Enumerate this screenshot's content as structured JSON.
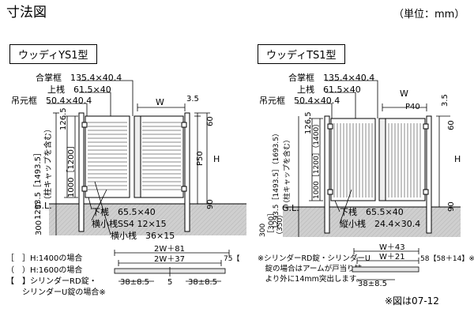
{
  "title": "寸法図",
  "unit": "（単位：mm）",
  "ys": {
    "model": "ウッディYS1型",
    "gassho": "合掌框　135.4×40.4",
    "uwasan": "上桟　61.5×40",
    "tsurimoto": "吊元框　50.4×40.4",
    "w": "W",
    "d35": "3.5",
    "d60": "60",
    "d1265": "126.5",
    "d1000": "1000［1200］",
    "d1293": "1293.5［1493.5］",
    "cap": "（柱キャップを含む）",
    "p50": "P50",
    "h": "H",
    "d90": "90",
    "gl": "G.L.",
    "d300": "300",
    "shitasan": "下桟　65.5×40",
    "yokokosan1": "横小桟SS4 12×15",
    "yokokosan2": "横小桟　36×15"
  },
  "ts": {
    "model": "ウッディTS1型",
    "gassho": "合掌框　135.4×40.4",
    "uwasan": "上桟　61.5×40",
    "tsurimoto": "吊元框　50.4×40.4",
    "w": "W",
    "p40": "P40",
    "d35": "3.5",
    "d60": "60",
    "d1265": "126.5",
    "d1000": "1000［1200］（1400）",
    "d1293": "1293.5［1493.5］（1693.5）",
    "cap": "（柱キャップを含む）",
    "h": "H",
    "d90": "90",
    "gl": "G.L.",
    "d300": "300",
    "d300b": "［300］",
    "d350": "（350）",
    "shitasan": "下桟　65.5×40",
    "tatekosan": "縦小桟　24.4×30.4"
  },
  "legend": {
    "l1": "［　］H:1400の場合",
    "l2": "（　）H:1600の場合",
    "l3": "【　】シリンダーRD錠・",
    "l4": "　　シリンダーU錠の場合※"
  },
  "plan_left": {
    "w81": "2W＋81",
    "w37": "2W＋37",
    "d75": "75【",
    "d38a": "38±8.5",
    "d5": "5",
    "d38b": "38±8.5"
  },
  "plan_right": {
    "note1": "※シリンダーRD錠・シリンダーU",
    "note2": "　錠の場合はアームが戸当り柱",
    "note3": "　より外に14mm突出します。",
    "w43": "W＋43",
    "w21": "W＋21",
    "d58": "58【58＋14】※",
    "d38": "38±8.5"
  },
  "footnote": "※図は07-12"
}
